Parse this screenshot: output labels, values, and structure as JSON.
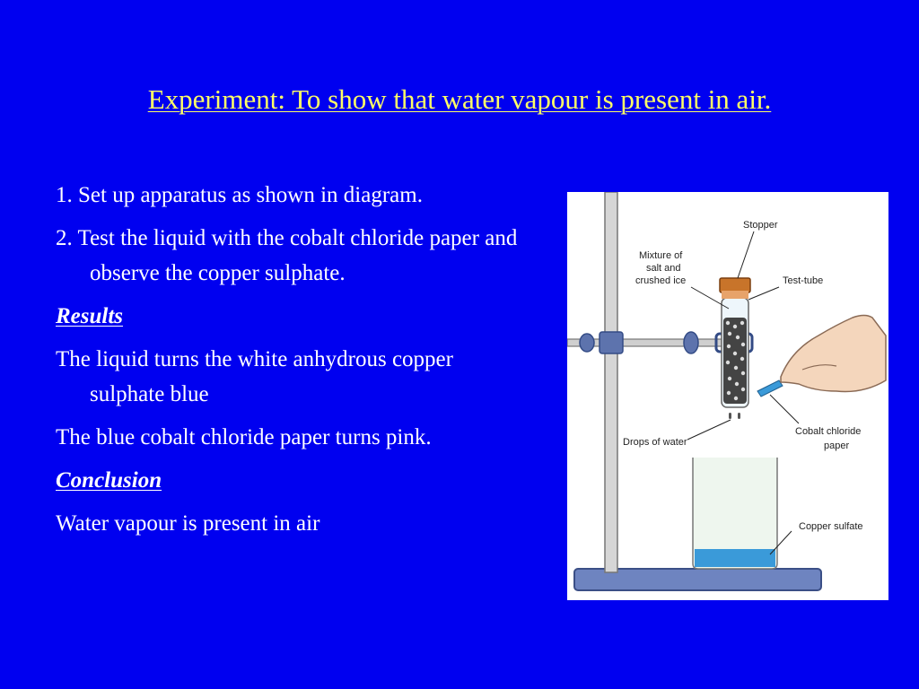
{
  "slide": {
    "title": "Experiment: To show that water vapour is present in air."
  },
  "content": {
    "step1": "1. Set up apparatus as shown in diagram.",
    "step2": "2. Test the liquid with the cobalt chloride paper and observe the copper sulphate.",
    "results_heading": "Results",
    "result1": "The liquid turns the white anhydrous copper sulphate blue",
    "result2": "The blue cobalt chloride paper turns pink.",
    "conclusion_heading": "Conclusion",
    "conclusion": "Water vapour is present in air"
  },
  "diagram": {
    "labels": {
      "stopper": "Stopper",
      "mixture_1": "Mixture of",
      "mixture_2": "salt and",
      "mixture_3": "crushed ice",
      "test_tube": "Test-tube",
      "cobalt_1": "Cobalt chloride",
      "cobalt_2": "paper",
      "drops": "Drops of water",
      "copper": "Copper sulfate"
    }
  },
  "colors": {
    "background": "#0000f0",
    "title": "#ffff66",
    "text": "#ffffff",
    "stopper": "#c8742a",
    "copper_sulfate_solution": "#3a9ad9"
  }
}
